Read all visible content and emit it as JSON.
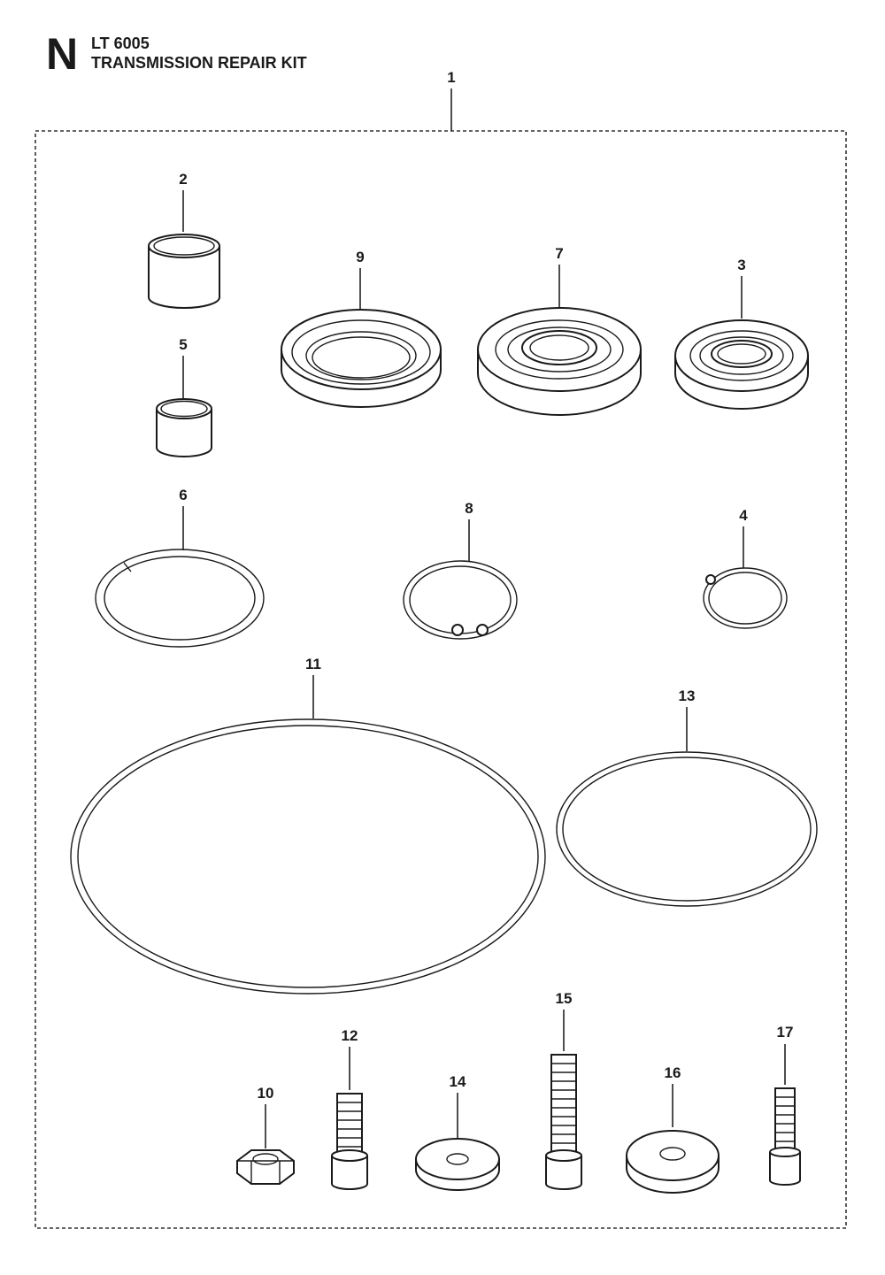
{
  "header": {
    "section_letter": "N",
    "model": "LT 6005",
    "title": "TRANSMISSION REPAIR KIT"
  },
  "callouts": {
    "kit": "1",
    "bushing_large": "2",
    "bearing_small": "3",
    "retaining_ring_small": "4",
    "bushing_small": "5",
    "ring_split": "6",
    "bearing_large": "7",
    "retaining_ring_medium": "8",
    "oil_seal": "9",
    "nut": "10",
    "o_ring_large": "11",
    "bolt_medium": "12",
    "o_ring_medium": "13",
    "washer_small": "14",
    "bolt_long": "15",
    "washer_large": "16",
    "bolt_short": "17"
  }
}
